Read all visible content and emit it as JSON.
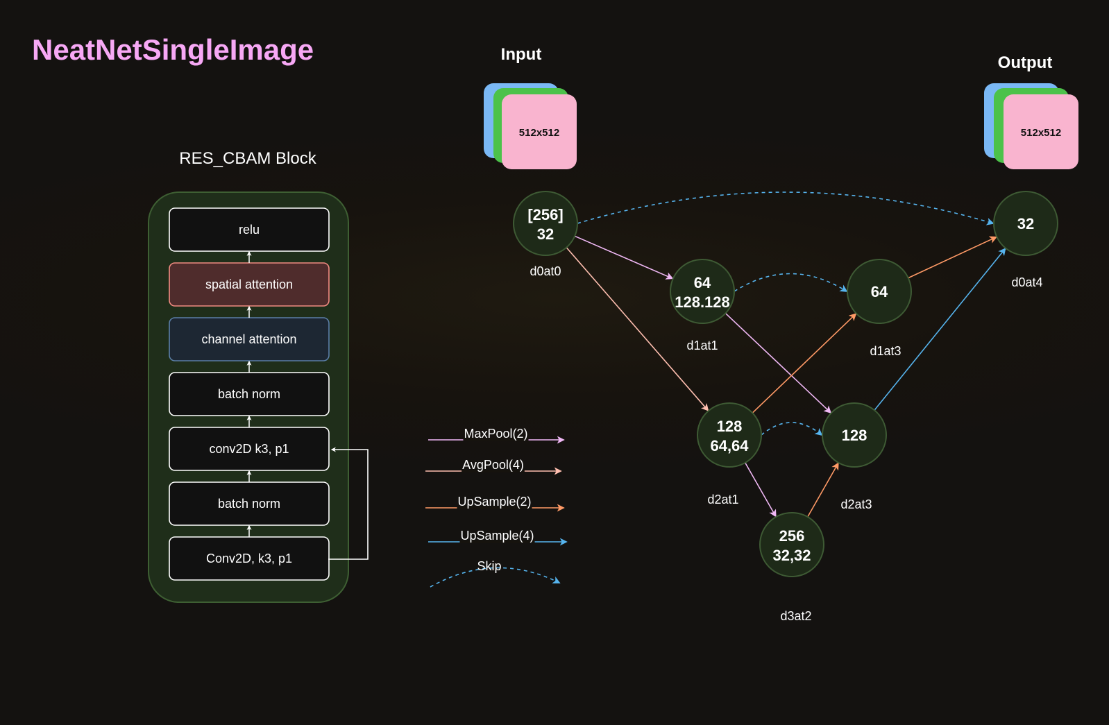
{
  "title": "NeatNetSingleImage",
  "block": {
    "title": "RES_CBAM Block",
    "layers": [
      {
        "label": "relu",
        "fill": "#111111",
        "stroke": "#ffffff"
      },
      {
        "label": "spatial attention",
        "fill": "#4f2c2c",
        "stroke": "#f28b82"
      },
      {
        "label": "channel attention",
        "fill": "#1d2733",
        "stroke": "#5b7fa8"
      },
      {
        "label": "batch norm",
        "fill": "#111111",
        "stroke": "#ffffff"
      },
      {
        "label": "conv2D k3, p1",
        "fill": "#111111",
        "stroke": "#ffffff"
      },
      {
        "label": "batch norm",
        "fill": "#111111",
        "stroke": "#ffffff"
      },
      {
        "label": "Conv2D, k3, p1",
        "fill": "#111111",
        "stroke": "#ffffff"
      }
    ]
  },
  "input": {
    "heading": "Input",
    "size_label": "512x512"
  },
  "output": {
    "heading": "Output",
    "size_label": "512x512"
  },
  "colors": {
    "maxpool": "#f0b8f5",
    "avgpool": "#ffbfb0",
    "upsample2": "#ff9a66",
    "upsample4": "#56b4ee",
    "skip": "#56b4ee",
    "node_fill": "#1e2a18",
    "node_stroke": "#3e5a34",
    "block_bg": "#1f2e1a",
    "block_border": "#3e5f33",
    "stack_blue": "#7ab8f5",
    "stack_green": "#4cc24a",
    "stack_pink": "#f9b4cf"
  },
  "nodes": [
    {
      "id": "d0at0",
      "line1": "[256]",
      "line2": "32",
      "label": "d0at0"
    },
    {
      "id": "d1at1",
      "line1": "64",
      "line2": "128.128",
      "label": "d1at1"
    },
    {
      "id": "d1at3",
      "line1": "64",
      "line2": "",
      "label": "d1at3"
    },
    {
      "id": "d0at4",
      "line1": "32",
      "line2": "",
      "label": "d0at4"
    },
    {
      "id": "d2at1",
      "line1": "128",
      "line2": "64,64",
      "label": "d2at1"
    },
    {
      "id": "d2at3",
      "line1": "128",
      "line2": "",
      "label": "d2at3"
    },
    {
      "id": "d3at2",
      "line1": "256",
      "line2": "32,32",
      "label": "d3at2"
    }
  ],
  "edges": [
    {
      "from": "d0at0",
      "to": "d1at1",
      "kind": "maxpool"
    },
    {
      "from": "d0at0",
      "to": "d2at1",
      "kind": "avgpool"
    },
    {
      "from": "d1at1",
      "to": "d2at3",
      "kind": "maxpool"
    },
    {
      "from": "d2at1",
      "to": "d3at2",
      "kind": "maxpool"
    },
    {
      "from": "d3at2",
      "to": "d2at3",
      "kind": "upsample2"
    },
    {
      "from": "d2at1",
      "to": "d1at3",
      "kind": "upsample2"
    },
    {
      "from": "d1at3",
      "to": "d0at4",
      "kind": "upsample2"
    },
    {
      "from": "d2at3",
      "to": "d0at4",
      "kind": "upsample4"
    },
    {
      "from": "d0at0",
      "to": "d0at4",
      "kind": "skip"
    },
    {
      "from": "d1at1",
      "to": "d1at3",
      "kind": "skip"
    },
    {
      "from": "d2at1",
      "to": "d2at3",
      "kind": "skip"
    }
  ],
  "legend": [
    {
      "kind": "maxpool",
      "label": "MaxPool(2)"
    },
    {
      "kind": "avgpool",
      "label": "AvgPool(4)"
    },
    {
      "kind": "upsample2",
      "label": "UpSample(2)"
    },
    {
      "kind": "upsample4",
      "label": "UpSample(4)"
    },
    {
      "kind": "skip",
      "label": "Skip"
    }
  ]
}
